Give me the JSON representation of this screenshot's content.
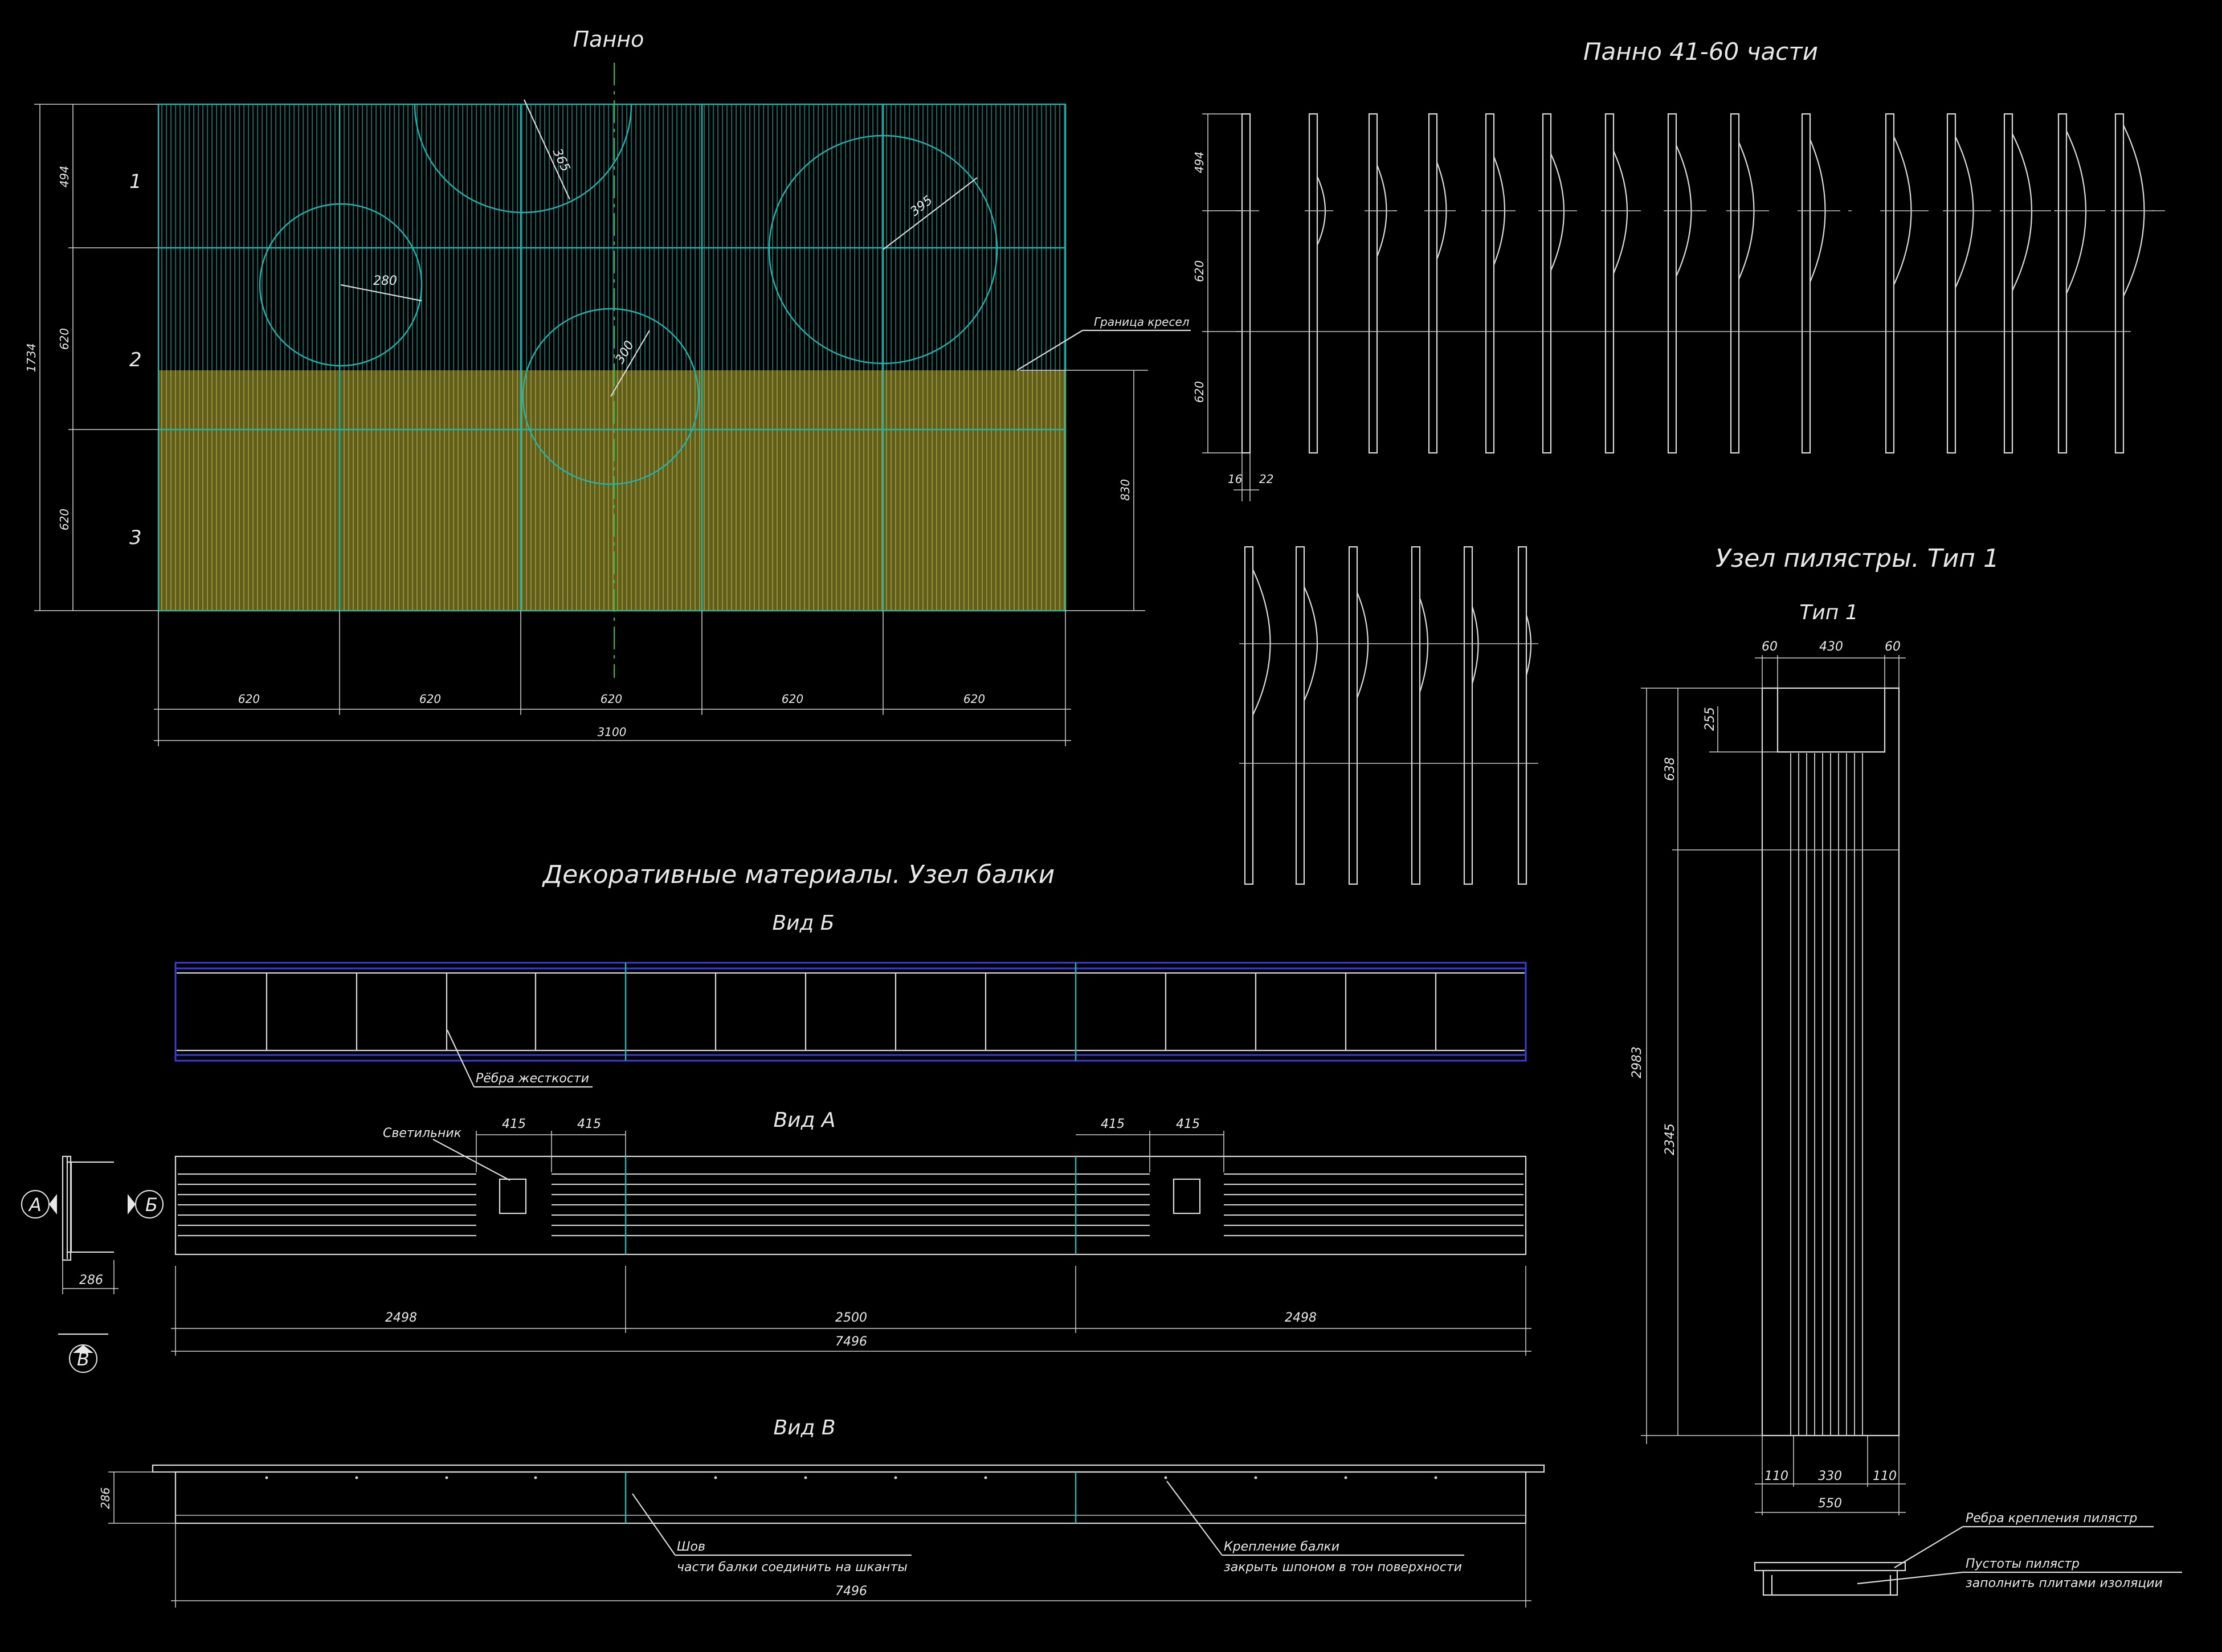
{
  "titles": {
    "panel": "Панно",
    "panel_parts": "Панно 41-60 части",
    "pilaster_node": "Узел пилястры. Тип 1",
    "pilaster_type": "Тип 1",
    "beam_node": "Декоративные материалы. Узел балки",
    "view_b": "Вид Б",
    "view_a": "Вид А",
    "view_v": "Вид В"
  },
  "panel": {
    "row_labels": [
      "1",
      "2",
      "3"
    ],
    "row_dims": [
      "494",
      "620",
      "620"
    ],
    "total_height": "1734",
    "col_dims": [
      "620",
      "620",
      "620",
      "620",
      "620"
    ],
    "total_width": "3100",
    "circle_radii": [
      "365",
      "280",
      "300",
      "395"
    ],
    "seat_line_label": "Граница кресел",
    "seat_height": "830",
    "colors": {
      "slats": "#1fb5b0",
      "seat_zone": "#6b6a1c",
      "axis": "#27c447"
    }
  },
  "parts": {
    "dims_vertical": [
      "494",
      "620",
      "620"
    ],
    "dims_bottom": [
      "16",
      "22"
    ]
  },
  "pilaster": {
    "top_dims": [
      "60",
      "430",
      "60"
    ],
    "side_dims": [
      "255",
      "638",
      "2345",
      "2983"
    ],
    "bottom_dims": [
      "110",
      "330",
      "110",
      "550"
    ],
    "callout_1": "Ребра крепления пилястр",
    "callout_2a": "Пустоты пилястр",
    "callout_2b": "заполнить плитами изоляции"
  },
  "beam": {
    "stiffener_label": "Рёбра жесткости",
    "lamp_label": "Светильник",
    "lamp_dims": [
      "415",
      "415",
      "415",
      "415"
    ],
    "section_width": "286",
    "view_marks": [
      "А",
      "Б",
      "В"
    ],
    "segment_dims": [
      "2498",
      "2500",
      "2498"
    ],
    "total_length": "7496",
    "view_v_height": "286",
    "seam_label": "Шов",
    "seam_note": "части балки соединить на шканты",
    "mount_label": "Крепление балки",
    "mount_note": "закрыть шпоном в тон поверхности",
    "view_v_total": "7496"
  }
}
